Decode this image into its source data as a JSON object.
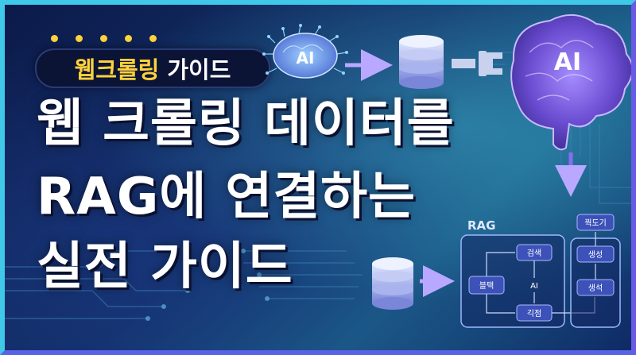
{
  "badge": {
    "highlight": "웹크롤링",
    "rest": "가이드"
  },
  "headline": {
    "line1": "웹 크롤링 데이터를",
    "line2": "RAG에 연결하는",
    "line3": "실전 가이드"
  },
  "diagram": {
    "brain_small_label": "AI",
    "brain_large_label": "AI",
    "rag_title": "RAG",
    "node_search": "검색",
    "node_block": "블택",
    "node_ai": "AI",
    "node_merge": "긱점",
    "node_top": "꿕도기",
    "node_gen1": "생성",
    "node_gen2": "생석"
  },
  "colors": {
    "accent_yellow": "#ffd23c",
    "border_cyan": "#3fc8e8",
    "arrow_purple": "#8a6cf0",
    "brain_purple": "#7a5ad8"
  }
}
